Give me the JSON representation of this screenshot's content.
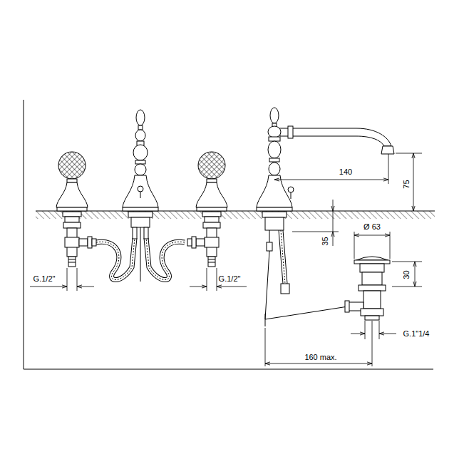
{
  "diagram": {
    "labels": [
      "140",
      "75",
      "35",
      "Ø 63",
      "30",
      "G.1/2\"",
      "G.1/2\"",
      "G.1\"1/4",
      "160 max."
    ]
  }
}
